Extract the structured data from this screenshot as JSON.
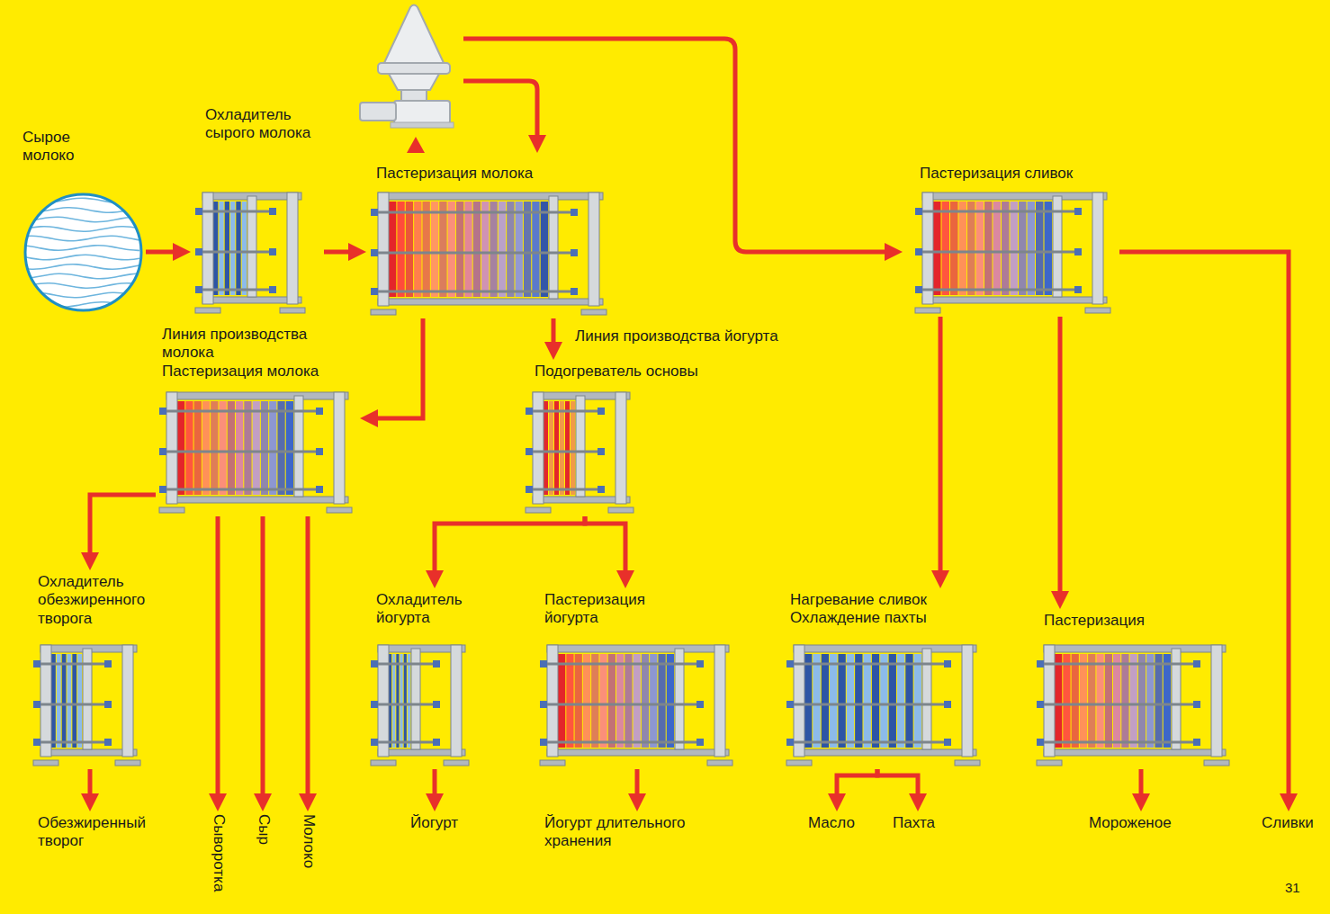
{
  "diagram": {
    "nodes": [
      {
        "text": [
          "Сырое молоко"
        ]
      },
      {
        "text": [
          "Охладитель сырого молока"
        ]
      },
      {
        "text": [
          "Пастеризация молока"
        ]
      },
      {
        "text": [
          "Пастеризация сливок"
        ]
      },
      {
        "text": [
          "Линия производства молока",
          "Пастеризация молока"
        ]
      },
      {
        "text": [
          "Подогреватель основы"
        ]
      },
      {
        "text": [
          "Охладитель обезжиренного творога"
        ]
      },
      {
        "text": [
          "Охладитель йогурта"
        ]
      },
      {
        "text": [
          "Пастеризация йогурта"
        ]
      },
      {
        "text": [
          "Нагревание сливок Охлаждение пахты"
        ]
      },
      {
        "text": [
          "Пастеризация"
        ]
      },
      {
        "text": [
          "Обезжиренный творог"
        ]
      },
      {
        "text": [
          "Сыворотка"
        ]
      },
      {
        "text": [
          "Сыр"
        ]
      },
      {
        "text": [
          "Молоко"
        ]
      },
      {
        "text": [
          "Йогурт"
        ]
      },
      {
        "text": [
          "Йогурт длительного хранения"
        ]
      },
      {
        "text": [
          "Масло"
        ]
      },
      {
        "text": [
          "Пахта"
        ]
      },
      {
        "text": [
          "Мороженое"
        ]
      },
      {
        "text": [
          "Сливки"
        ]
      }
    ],
    "edges": [
      {
        "from": 0,
        "to": 1,
        "arrow": "to"
      },
      {
        "from": 1,
        "to": 2,
        "arrow": "to"
      },
      {
        "from": 2,
        "to": 4,
        "arrow": "to"
      },
      {
        "from": 2,
        "to": 5,
        "label": "Линия производства йогурта",
        "arrow": "to"
      },
      {
        "from": 3,
        "to": 9,
        "arrow": "to"
      },
      {
        "from": 3,
        "to": 10,
        "arrow": "to"
      },
      {
        "from": 3,
        "to": 20,
        "arrow": "to"
      },
      {
        "from": 4,
        "to": 6,
        "arrow": "to"
      },
      {
        "from": 4,
        "to": 12,
        "arrow": "to"
      },
      {
        "from": 4,
        "to": 13,
        "arrow": "to"
      },
      {
        "from": 4,
        "to": 14,
        "arrow": "to"
      },
      {
        "from": 5,
        "to": 7,
        "arrow": "to"
      },
      {
        "from": 5,
        "to": 8,
        "arrow": "to"
      },
      {
        "from": 6,
        "to": 11,
        "arrow": "to"
      },
      {
        "from": 7,
        "to": 15,
        "arrow": "to"
      },
      {
        "from": 8,
        "to": 16,
        "arrow": "to"
      },
      {
        "from": 9,
        "to": 17,
        "arrow": "to"
      },
      {
        "from": 9,
        "to": 18,
        "arrow": "to"
      },
      {
        "from": 10,
        "to": 19,
        "arrow": "to"
      }
    ],
    "labels": [
      "31"
    ]
  }
}
